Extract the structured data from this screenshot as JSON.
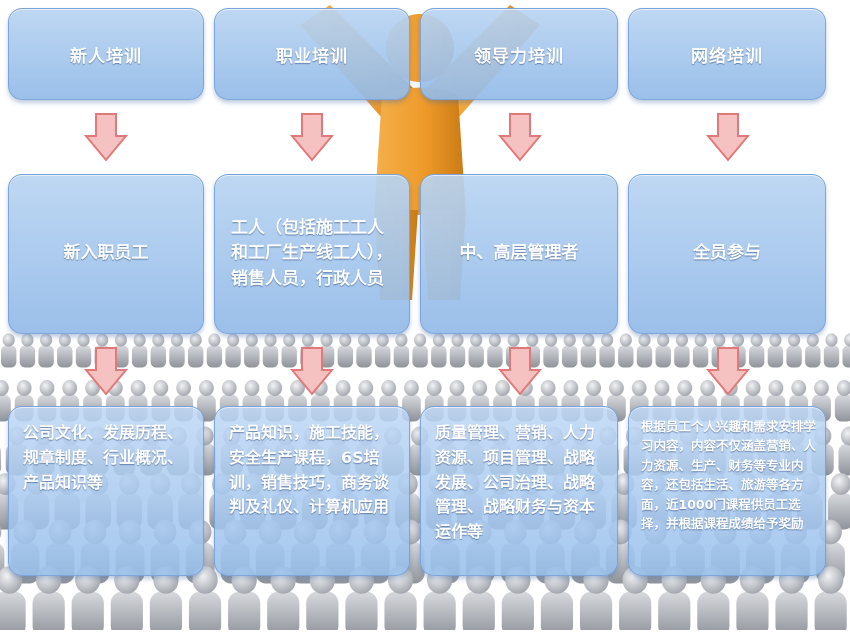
{
  "columns": [
    {
      "header": "新人培训",
      "audience": "新入职员工",
      "content": "公司文化、发展历程、规章制度、行业概况、产品知识等"
    },
    {
      "header": "职业培训",
      "audience": "工人（包括施工工人和工厂生产线工人），销售人员，行政人员",
      "content": "产品知识，施工技能，安全生产课程，6S培训，销售技巧，商务谈判及礼仪、计算机应用"
    },
    {
      "header": "领导力培训",
      "audience": "中、高层管理者",
      "content": "质量管理、营销、人力资源、项目管理、战略发展、公司治理、战略管理、战略财务与资本运作等"
    },
    {
      "header": "网络培训",
      "audience": "全员参与",
      "content": "根据员工个人兴趣和需求安排学习内容，内容不仅涵盖营销、人力资源、生产、财务等专业内容，还包括生活、旅游等各方面，近1000门课程供员工选择，并根据课程成绩给予奖励"
    }
  ],
  "colors": {
    "box_fill": "#a9c8ee",
    "box_border": "#7aa0d7",
    "arrow_fill": "#f4b6b6",
    "arrow_stroke": "#e07a7a",
    "leader_orange": "#ee9a2a",
    "crowd_gray": "#b9bcc2"
  }
}
